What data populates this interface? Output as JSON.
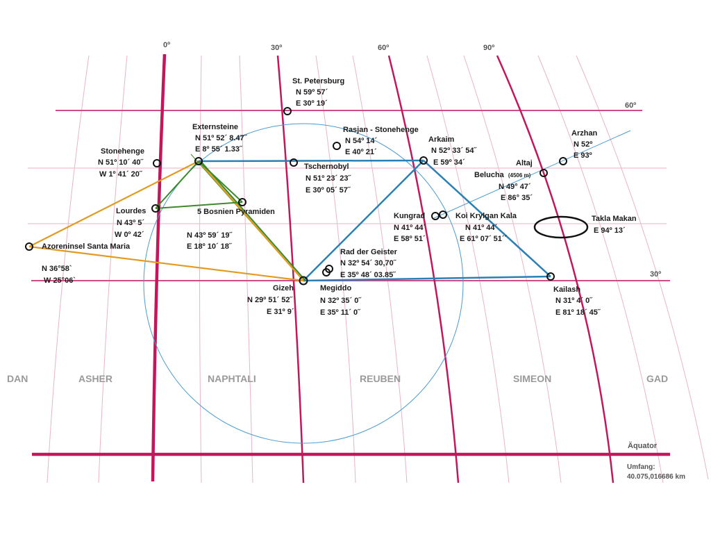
{
  "colors": {
    "meridian_major": "#c2185b",
    "meridian_light": "#e7b4c9",
    "parallel": "#cc4d87",
    "parallel_light": "#ecc0d3",
    "route_blue": "#2a7fb5",
    "circle_blue": "#4a9bd0",
    "route_orange": "#e39a1e",
    "route_green": "#3b8a2a",
    "marker": "#111111",
    "tribe_text": "#9a9a9a"
  },
  "longitude_labels": [
    "0º",
    "30º",
    "60º",
    "90º"
  ],
  "latitude_labels": [
    "60º",
    "30º"
  ],
  "equator_label": "Äquator",
  "circumference": {
    "label": "Umfang:",
    "value": "40.075,016686 km"
  },
  "tribes": [
    "DAN",
    "ASHER",
    "NAPHTALI",
    "REUBEN",
    "SIMEON",
    "GAD"
  ],
  "sites": [
    {
      "name": "St. Petersburg",
      "lines": [
        "N 59º 57´",
        "E 30º 19´"
      ]
    },
    {
      "name": "Externsteine",
      "lines": [
        "N 51º 52´ 8.47˝",
        "E 8º 55´ 1.33˝"
      ]
    },
    {
      "name": "Stonehenge",
      "lines": [
        "N 51º 10´ 40˝",
        "W 1º 41´ 20˝"
      ]
    },
    {
      "name": "Rasjan - Stonehenge",
      "lines": [
        "N 54º 14´",
        "E 40º 21´"
      ]
    },
    {
      "name": "Arkaim",
      "lines": [
        "N 52º 33´ 54˝",
        "E 59º 34´"
      ]
    },
    {
      "name": "Arzhan",
      "lines": [
        "N 52º",
        "E 93º"
      ]
    },
    {
      "name": "Altaj",
      "lines": []
    },
    {
      "name": "Belucha",
      "note": "(4506 m)",
      "lines": [
        "N 49° 47´",
        "E 86° 35´"
      ]
    },
    {
      "name": "Tschernobyl",
      "lines": [
        "N 51º 23´ 23˝",
        "E 30º 05´ 57˝"
      ]
    },
    {
      "name": "Lourdes",
      "lines": [
        "N 43º 5´",
        "W 0º 42´"
      ]
    },
    {
      "name": "5 Bosnien Pyramiden",
      "lines": [
        "N 43º 59´ 19˝",
        "E 18º 10´ 18˝"
      ]
    },
    {
      "name": "Kungrad",
      "lines": [
        "N 41º 44´",
        "E 58º 51´"
      ]
    },
    {
      "name": "Koi Krylgan Kala",
      "lines": [
        "N 41º 44´",
        "E 61º 07´ 51´´"
      ]
    },
    {
      "name": "Takla Makan",
      "lines": [
        "E 94º 13´"
      ]
    },
    {
      "name": "Azoreninsel Santa Maria",
      "lines": [
        "N 36°58`",
        "W 25°06`"
      ]
    },
    {
      "name": "Rad der Geister",
      "lines": [
        "N 32º 54´ 30,70˝",
        "E 35º 48´ 03.85˝"
      ]
    },
    {
      "name": "Gizeh",
      "lines": [
        "N 29º 51´ 52˝",
        "E 31º 9´"
      ]
    },
    {
      "name": "Megiddo",
      "lines": [
        "N 32º 35´ 0˝",
        "E 35º 11´ 0˝"
      ]
    },
    {
      "name": "Kailash",
      "lines": [
        "N 31º 4´ 0˝",
        "E 81º 18´ 45˝"
      ]
    }
  ]
}
